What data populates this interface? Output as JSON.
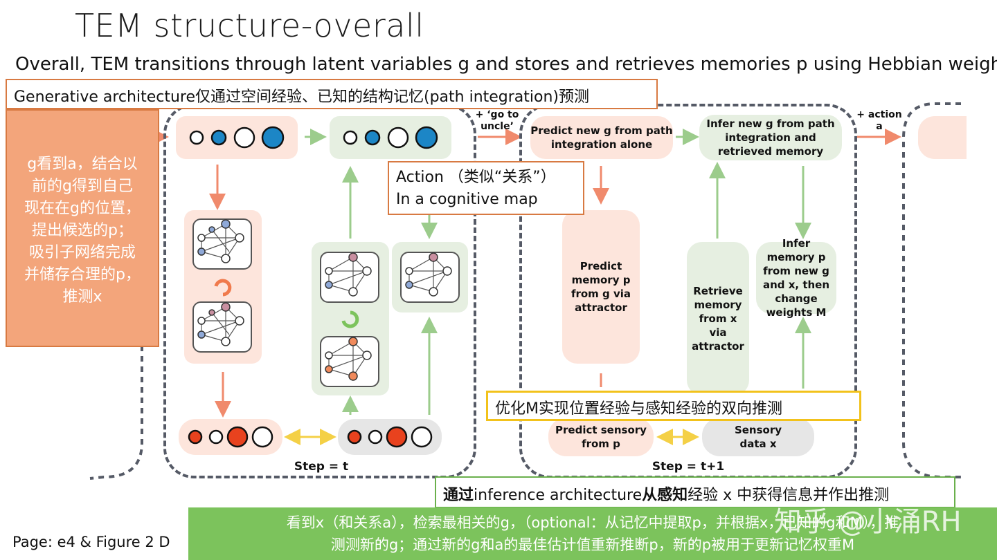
{
  "title": "TEM structure-overall",
  "subtitle": "Overall, TEM transitions through latent variables g and stores and retrieves memories p using Hebbian weights M",
  "generative_note": "Generative architecture仅通过空间经验、已知的结构记忆(path integration)预测",
  "left_note_lines": [
    "g看到a，结合以",
    "前的g得到自己",
    "现在在g的位置，",
    "提出候选的p；",
    "吸引子网络完成",
    "并储存合理的p，",
    "推测x"
  ],
  "action_note": {
    "line1": "Action （类似“关系”）",
    "line2": "In a cognitive map"
  },
  "transition1_lines": [
    "+ ‘go to",
    "uncle’"
  ],
  "transition2_lines": [
    "+ action",
    "a"
  ],
  "step_t": "Step = t",
  "step_t1": "Step = t+1",
  "boxes": {
    "predict_g": "Predict new g from path integration alone",
    "infer_g": "Infer new g from path integration and retrieved memory",
    "predict_memory": "Predict memory p from g via attractor",
    "retrieve_memory": "Retrieve memory from x via attractor",
    "infer_memory": "Infer memory p from new g and x, then change weights M",
    "predict_sensory": "Predict sensory from p",
    "sensory_data": "Sensory data x"
  },
  "optimize_note": "优化M实现位置经验与感知经验的双向推测",
  "inference_note": {
    "b1": "通过",
    "t1": "inference architecture",
    "b2": "从感知",
    "t2": "经验 x 中获得信息并作出推测"
  },
  "bottom_note_lines": [
    "看到x（和关系a），检索最相关的g，（optional：从记忆中提取p，并根据x，已知的g和M），推",
    "测测新的g；通过新的g和a的最佳估计值重新推断p，新的p被用于更新记忆权重M"
  ],
  "page_ref": "Page: e4 & Figure 2 D",
  "watermark": "知乎 @小涌RH",
  "colors": {
    "orange": "#f3a57b",
    "salmon": "#f08a6c",
    "green_arrow": "#9ccc8c",
    "blue": "#1c86c6",
    "red": "#e8421e",
    "dash": "#555a66",
    "orange_border": "#d87a42",
    "yellow_border": "#f2c21b",
    "green_border": "#6ab04c",
    "green_fill": "#7cc35c"
  }
}
